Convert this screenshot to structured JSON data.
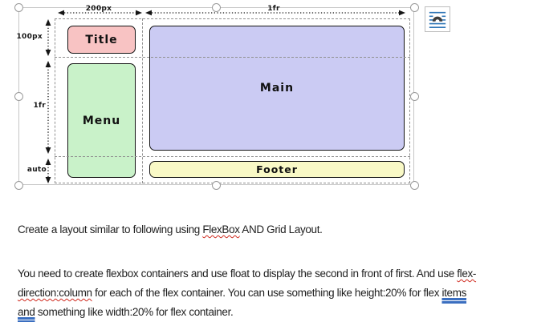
{
  "diagram": {
    "col1": "200px",
    "col2": "1fr",
    "row1": "100px",
    "row2": "1fr",
    "row3": "auto",
    "title": "Title",
    "menu": "Menu",
    "main": "Main",
    "footer": "Footer",
    "colors": {
      "title_bg": "#F8C3C3",
      "menu_bg": "#C9F2C9",
      "main_bg": "#CBCBF3",
      "footer_bg": "#F9F9C6",
      "grid_line": "#909090",
      "spell_underline": "#D02B20",
      "grammar_underline": "#3A6EC0",
      "icon_blue": "#2E75B6"
    }
  },
  "text": {
    "line1": [
      {
        "t": "Create a layout similar to following using "
      },
      {
        "t": "FlexBox",
        "mark": "spell"
      },
      {
        "t": " AND Grid Layout."
      }
    ],
    "paragraph": [
      {
        "t": "You need to create flexbox containers and use float to display the second in front of first. And use "
      },
      {
        "t": "flex-",
        "mark": "spell"
      },
      {
        "br": true
      },
      {
        "t": "direction:column",
        "mark": "spell"
      },
      {
        "t": " for each of the flex container. You can use something like height:20% for flex "
      },
      {
        "t": "items ",
        "mark": "grammar"
      },
      {
        "br": true
      },
      {
        "t": "and",
        "mark": "grammar"
      },
      {
        "t": " something like width:20% for flex container."
      }
    ]
  }
}
